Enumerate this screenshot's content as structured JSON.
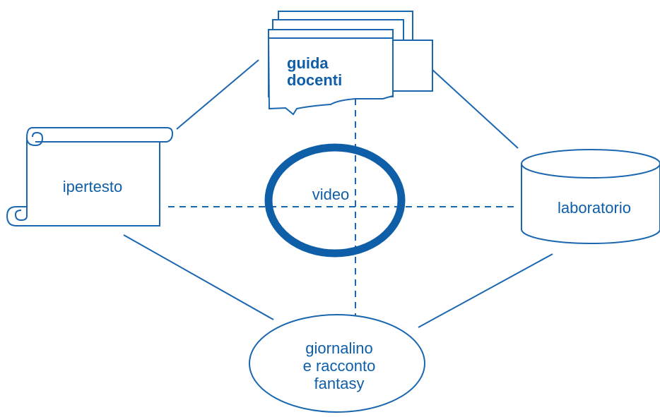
{
  "colors": {
    "stroke": "#1a67b0",
    "text": "#0f5ea8",
    "background": "#ffffff"
  },
  "nodes": {
    "guide": {
      "line1": "guida",
      "line2": "docenti"
    },
    "hypertext": {
      "label": "ipertesto"
    },
    "video": {
      "label": "video"
    },
    "lab": {
      "label": "laboratorio"
    },
    "journal": {
      "line1": "giornalino",
      "line2": "e racconto",
      "line3": "fantasy"
    }
  }
}
